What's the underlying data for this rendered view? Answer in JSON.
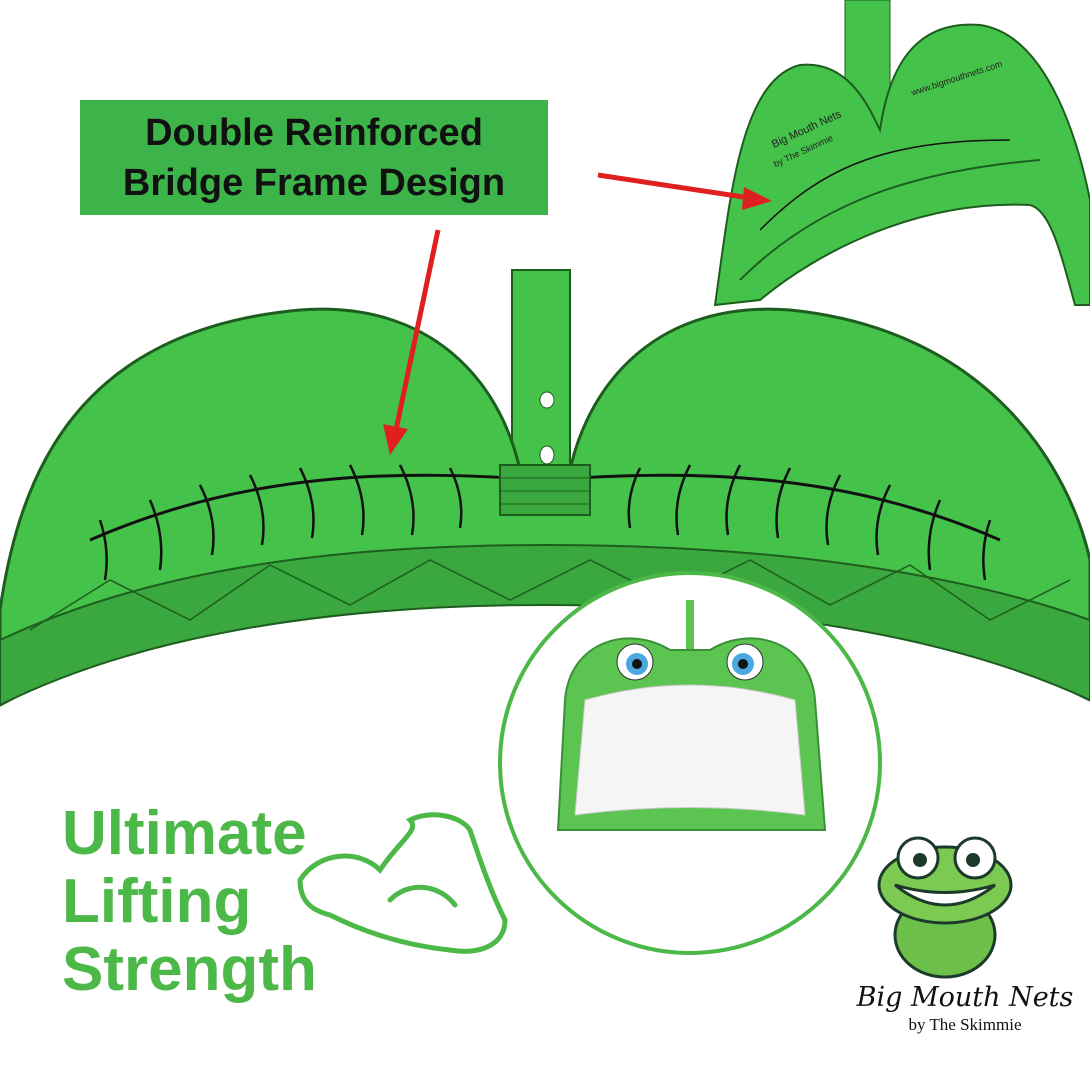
{
  "callout": {
    "line1": "Double Reinforced",
    "line2": "Bridge Frame Design"
  },
  "feature": {
    "line1": "Ultimate",
    "line2": "Lifting",
    "line3": "Strength"
  },
  "brand": {
    "name": "Big Mouth Nets",
    "tagline": "by The Skimmie"
  },
  "inset": {
    "url": "www.bigmouthnets.com",
    "name": "Big Mouth Nets",
    "tagline": "by The Skimmie"
  },
  "colors": {
    "green": "#3db449",
    "dark_green": "#2a8a2e",
    "text_green": "#4cb848",
    "arrow_red": "#e02020"
  }
}
